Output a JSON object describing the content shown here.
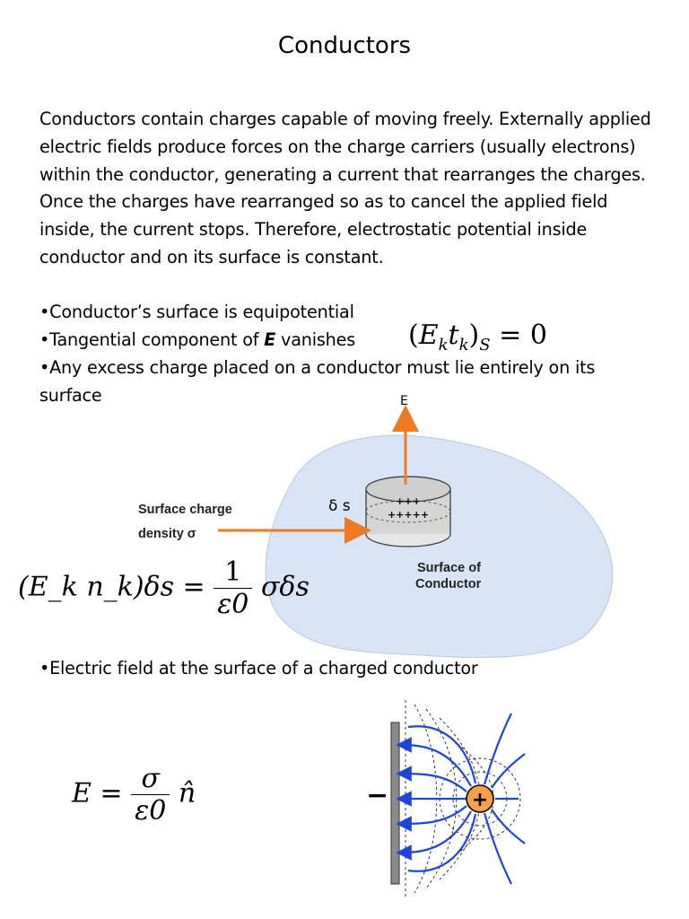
{
  "title": "Conductors",
  "paragraph": "Conductors contain charges capable of moving freely. Externally applied electric fields produce forces on the charge carriers (usually electrons) within the conductor, generating a current that rearranges the charges. Once the charges have rearranged so as to cancel the applied field inside, the current stops. Therefore, electrostatic potential inside conductor and on its surface is constant.",
  "bullets": {
    "b1": "•Conductor’s surface is equipotential",
    "b2_pre": "•Tangential component of ",
    "b2_bold": "E",
    "b2_post": " vanishes",
    "b3_line1": "•Any excess charge placed on a conductor must lie entirely on its",
    "b3_line2": "surface",
    "b4": "•Electric field at the surface of a charged conductor"
  },
  "figure1": {
    "e_label": "E",
    "ds_label": "δ s",
    "density_line1": "Surface charge",
    "density_line2": "density σ",
    "surface_line1": "Surface of",
    "surface_line2": "Conductor",
    "plus_row1": "+++",
    "plus_row2": "+++++",
    "blob_color": "#d9e4f7",
    "arrow_color": "#ee7a22"
  },
  "equations": {
    "tangent": "(E_k t_k)_S = 0",
    "flux_lhs": "(E_k n_k)δs =",
    "flux_num": "1",
    "flux_den": "ε0",
    "flux_rhs": "σδs",
    "field_lhs": "E =",
    "field_num": "σ",
    "field_den": "ε0",
    "field_rhs": "n̂"
  },
  "figure2": {
    "minus": "−",
    "plus": "+",
    "field_color": "#1f44d8",
    "charge_color": "#f5a04a"
  }
}
